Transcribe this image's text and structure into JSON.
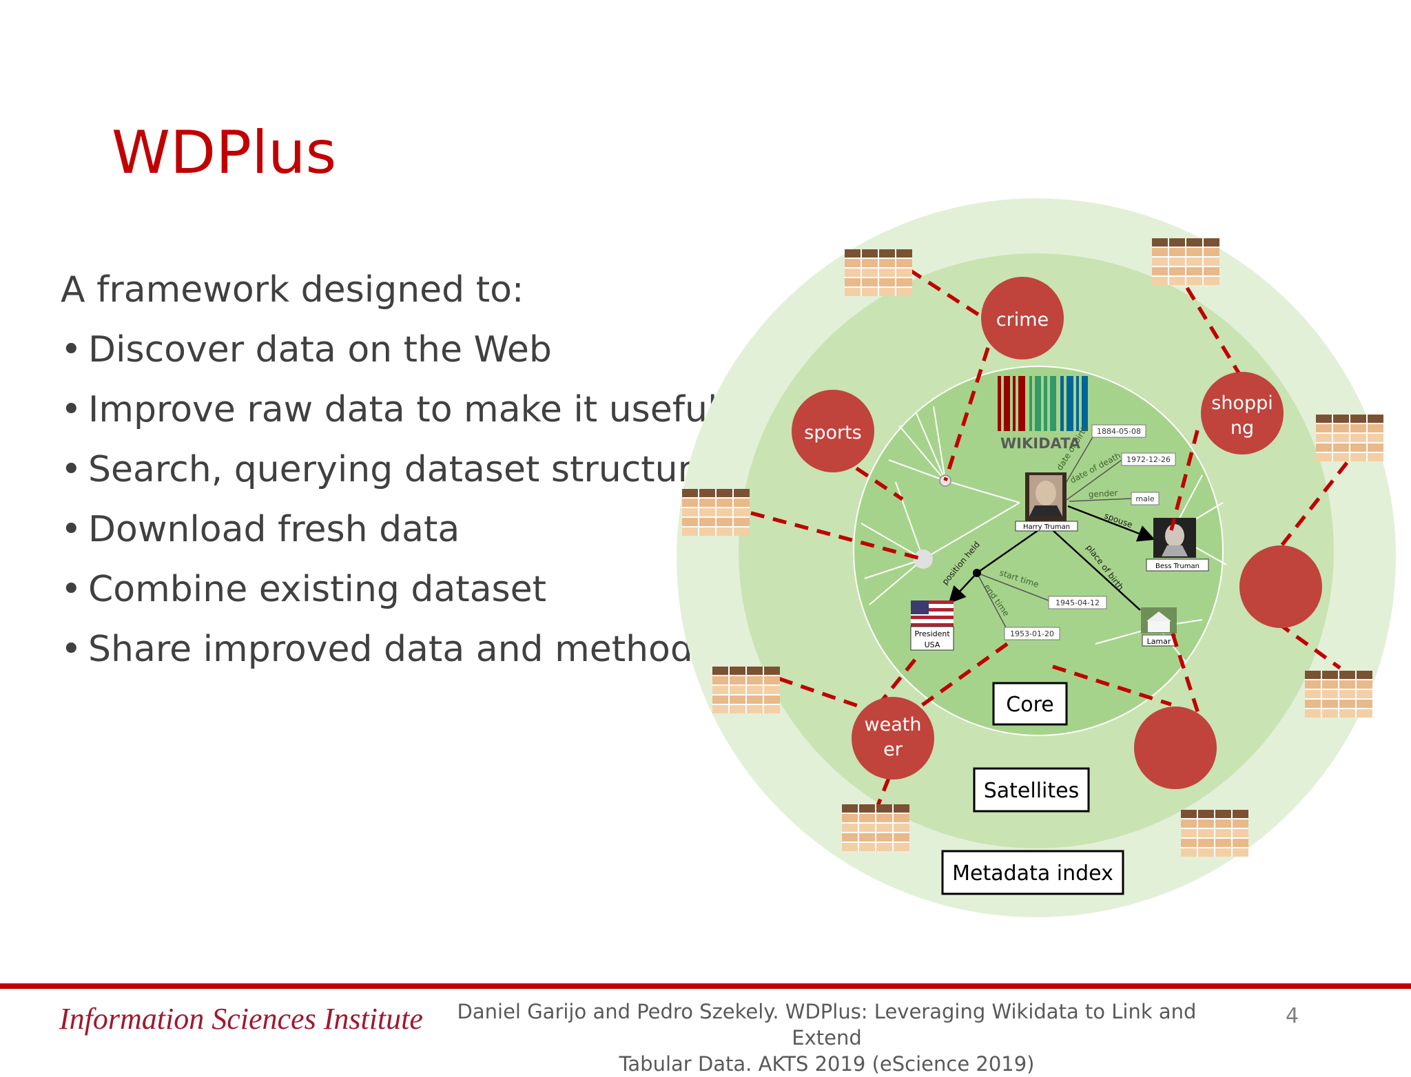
{
  "slide": {
    "title": "WDPlus",
    "intro": "A framework  designed to:",
    "bullets": [
      "Discover data on the Web",
      "Improve raw data to make it useful",
      "Search, querying dataset structure",
      "Download fresh data",
      "Combine existing dataset",
      "Share improved data and methods"
    ]
  },
  "diagram": {
    "colors": {
      "outer_ring": "#e3f0d8",
      "middle_ring": "#c9e3b3",
      "core": "#a6d38b",
      "node": "#c0433c",
      "dashed_link": "#c00000"
    },
    "domain_nodes": [
      "crime",
      "sports",
      "shoppi\nng",
      "weath\ner",
      "",
      ""
    ],
    "ring_labels": {
      "core": "Core",
      "satellites": "Satellites",
      "metadata": "Metadata index"
    },
    "logo_text": "WIKIDATA",
    "graph": {
      "entities": {
        "harry": "Harry Truman",
        "bess": "Bess Truman",
        "president_line1": "President",
        "president_line2": "USA",
        "lamar": "Lamar"
      },
      "edge_labels": {
        "date_of_birth": "date of birth",
        "date_of_death": "date of death",
        "gender": "gender",
        "spouse": "spouse",
        "place_of_birth": "place of birth",
        "position_held": "position held",
        "start_time": "start time",
        "end_time": "end time"
      },
      "values": {
        "birth_date": "1884-05-08",
        "death_date": "1972-12-26",
        "gender_value": "male",
        "start_value": "1945-04-12",
        "end_value": "1953-01-20"
      }
    }
  },
  "footer": {
    "logo": "Information Sciences Institute",
    "citation_line1": "Daniel Garijo and Pedro Szekely. WDPlus: Leveraging Wikidata to Link and Extend",
    "citation_line2": "Tabular Data. AKTS 2019 (eScience 2019)",
    "page": "4"
  }
}
